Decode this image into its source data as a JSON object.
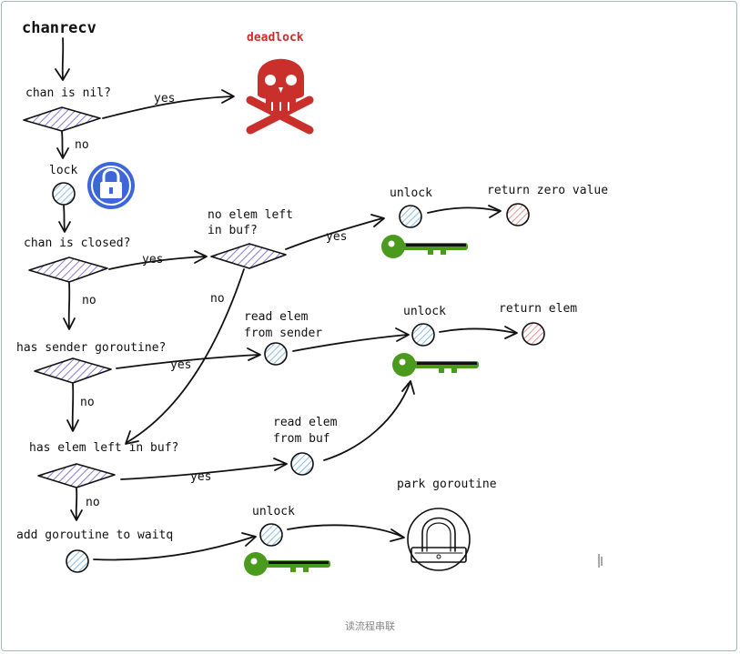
{
  "title": "chanrecv",
  "deadlock_label": "deadlock",
  "caption": "读流程串联",
  "colors": {
    "ink": "#111111",
    "diamond_hatch": "#8a7ad8",
    "circle_hatch": "#6aa9dd",
    "return_hatch": "#e07a7a",
    "key": "#4a9a1e",
    "lock_badge": "#3d66d8",
    "skull": "#c9302c"
  },
  "steps": {
    "chan_nil": "chan is nil?",
    "lock": "lock",
    "chan_closed": "chan is closed?",
    "no_elem_1": "no elem left",
    "no_elem_2": "in buf?",
    "unlock_1": "unlock",
    "return_zero": "return zero value",
    "has_sender": "has sender goroutine?",
    "read_sender_1": "read elem",
    "read_sender_2": "from sender",
    "unlock_2": "unlock",
    "return_elem": "return elem",
    "has_elem": "has elem left in buf?",
    "read_buf_1": "read elem",
    "read_buf_2": "from buf",
    "add_goroutine": "add goroutine to waitq",
    "unlock_3": "unlock",
    "park": "park goroutine"
  },
  "edges": {
    "yes": "yes",
    "no": "no"
  }
}
